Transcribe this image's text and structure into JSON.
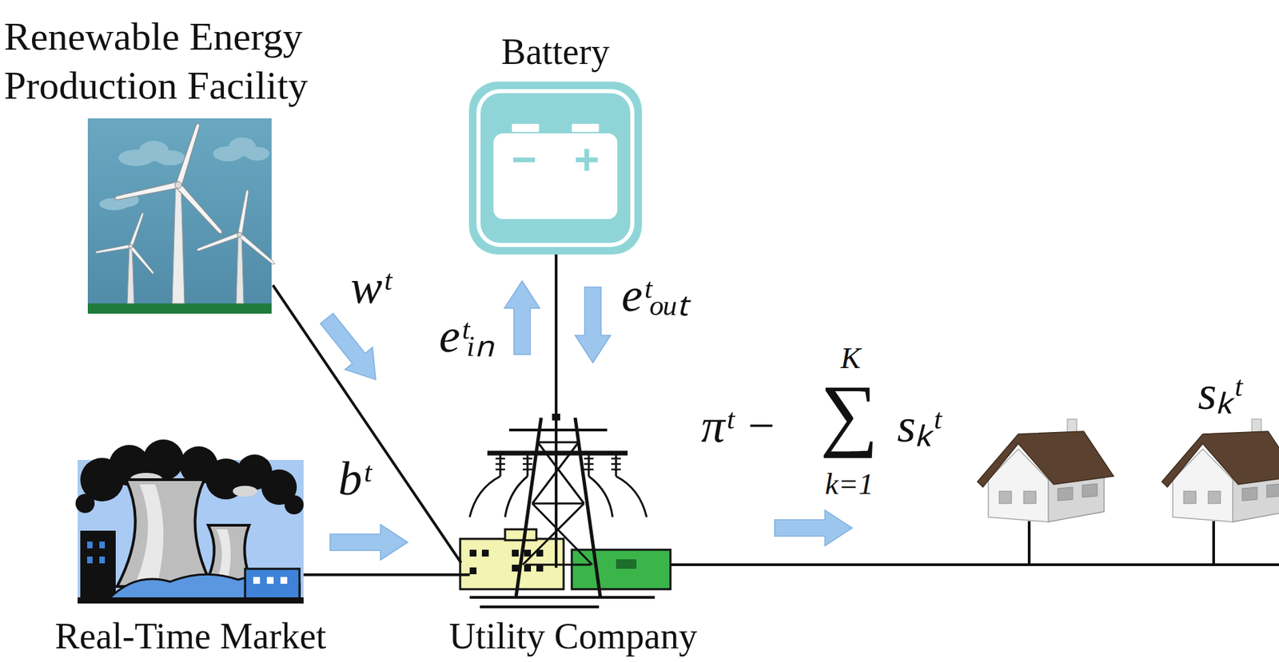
{
  "diagram": {
    "nodes": [
      {
        "text": [
          "Renewable Energy Production Facility"
        ]
      },
      {
        "text": [
          "Battery"
        ]
      },
      {
        "text": [
          "Real-Time Market"
        ]
      },
      {
        "text": [
          "Utility Company"
        ]
      }
    ],
    "edges": [
      {
        "from": 0,
        "to": 3,
        "label": "wᵗ",
        "arrow": "to"
      },
      {
        "from": 1,
        "to": 3,
        "arrow": "both"
      },
      {
        "from": 2,
        "to": 3,
        "label": "bᵗ",
        "arrow": "to"
      }
    ],
    "labels": [
      "eᵗᵢₙ",
      "eᵗₒᵤₜ",
      "πᵗ −",
      "∑",
      "K",
      "k=1",
      "sₖᵗ",
      "sₖᵗ"
    ]
  }
}
